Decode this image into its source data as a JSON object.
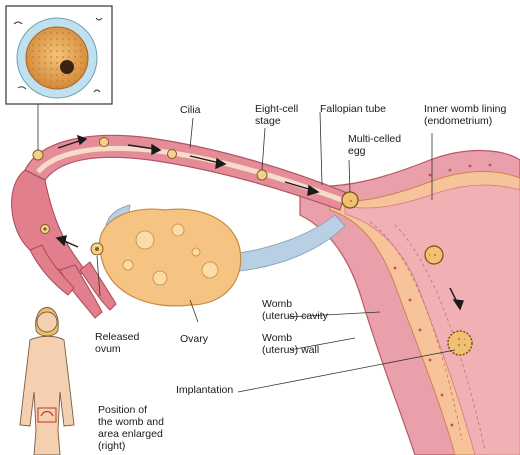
{
  "labels": {
    "cilia": "Cilia",
    "eight_cell": "Eight-cell\nstage",
    "fallopian": "Fallopian tube",
    "inner_lining": "Inner womb lining\n(endometrium)",
    "multi_celled": "Multi-celled\negg",
    "womb_cavity": "Womb\n(uterus) cavity",
    "womb_wall": "Womb\n(uterus) wall",
    "implantation": "Implantation",
    "released_ovum": "Released\novum",
    "ovary": "Ovary",
    "position": "Position of\nthe womb and\narea enlarged\n(right)"
  },
  "colors": {
    "uterus_wall": "#e9a0a8",
    "uterus_wall_dark": "#c9626f",
    "lining": "#f6c49a",
    "tube": "#e48d98",
    "tube_lumen": "#f7d8c8",
    "ovary": "#f5c483",
    "ovary_dark": "#d99a4e",
    "ligament": "#b9cfe3",
    "egg_core": "#e3a44f",
    "arrow": "#1a1a1a",
    "skin": "#f4cfb0"
  },
  "icons": {
    "egg_inset": "fertilized-egg-inset",
    "figure": "female-figure"
  }
}
